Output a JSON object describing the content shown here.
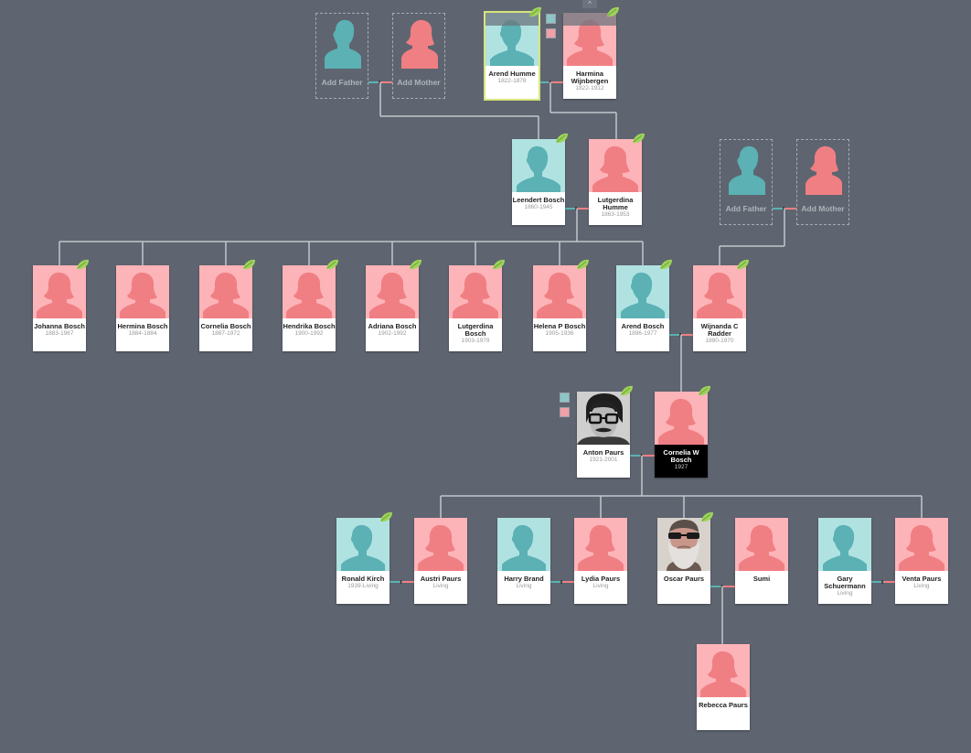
{
  "colors": {
    "background": "#5e6570",
    "male": "#b1e2e2",
    "female": "#fdb4b8",
    "male_silhouette": "#5bb1b3",
    "female_silhouette": "#f07f84",
    "line": "#c2c6cc",
    "leaf": "#9ed35a"
  },
  "top_toggle": "^",
  "add_parents": [
    {
      "father_label": "Add Father",
      "mother_label": "Add Mother"
    },
    {
      "father_label": "Add Father",
      "mother_label": "Add Mother"
    }
  ],
  "great_grandparents": [
    {
      "name": "Arend Humme",
      "dates": "1822-1878",
      "sex": "male",
      "leaf": true,
      "selected": true
    },
    {
      "name": "Harmina Wijnbergen",
      "dates": "1822-1912",
      "sex": "female",
      "leaf": true
    }
  ],
  "grandparents": [
    {
      "name": "Leendert Bosch",
      "dates": "1860-1945",
      "sex": "male",
      "leaf": true
    },
    {
      "name": "Lutgerdina Humme",
      "dates": "1863-1953",
      "sex": "female",
      "leaf": true
    }
  ],
  "parents_generation": [
    {
      "name": "Johanna Bosch",
      "dates": "1883-1967",
      "sex": "female",
      "leaf": true
    },
    {
      "name": "Hermina Bosch",
      "dates": "1884-1884",
      "sex": "female",
      "leaf": false
    },
    {
      "name": "Cornelia Bosch",
      "dates": "1887-1972",
      "sex": "female",
      "leaf": true
    },
    {
      "name": "Hendrika Bosch",
      "dates": "1900-1992",
      "sex": "female",
      "leaf": true
    },
    {
      "name": "Adriana Bosch",
      "dates": "1902-1992",
      "sex": "female",
      "leaf": true
    },
    {
      "name": "Lutgerdina Bosch",
      "dates": "1903-1979",
      "sex": "female",
      "leaf": true
    },
    {
      "name": "Helena P Bosch",
      "dates": "1905-1936",
      "sex": "female",
      "leaf": true
    },
    {
      "name": "Arend Bosch",
      "dates": "1896-1977",
      "sex": "male",
      "leaf": true
    },
    {
      "name": "Wijnanda C Radder",
      "dates": "1890-1970",
      "sex": "female",
      "leaf": true
    }
  ],
  "couple": [
    {
      "name": "Anton Paurs",
      "dates": "1921-2001",
      "sex": "male",
      "leaf": true,
      "photo": true
    },
    {
      "name": "Cornelia W Bosch",
      "dates": "1927",
      "sex": "female",
      "leaf": true,
      "black": true
    }
  ],
  "children": [
    {
      "name": "Ronald Kirch",
      "dates": "1939-Living",
      "sex": "male",
      "leaf": true
    },
    {
      "name": "Austri Paurs",
      "dates": "Living",
      "sex": "female",
      "leaf": false
    },
    {
      "name": "Harry Brand",
      "dates": "Living",
      "sex": "male",
      "leaf": false
    },
    {
      "name": "Lydia Paurs",
      "dates": "Living",
      "sex": "female",
      "leaf": false
    },
    {
      "name": "Oscar Paurs",
      "dates": "",
      "sex": "male",
      "leaf": true,
      "photo": true
    },
    {
      "name": "Sumi",
      "dates": "",
      "sex": "female",
      "leaf": false
    },
    {
      "name": "Gary Schuermann",
      "dates": "Living",
      "sex": "male",
      "leaf": false
    },
    {
      "name": "Venta Paurs",
      "dates": "Living",
      "sex": "female",
      "leaf": false
    }
  ],
  "grandchildren": [
    {
      "name": "Rebecca Paurs",
      "dates": "",
      "sex": "female",
      "leaf": false
    }
  ]
}
